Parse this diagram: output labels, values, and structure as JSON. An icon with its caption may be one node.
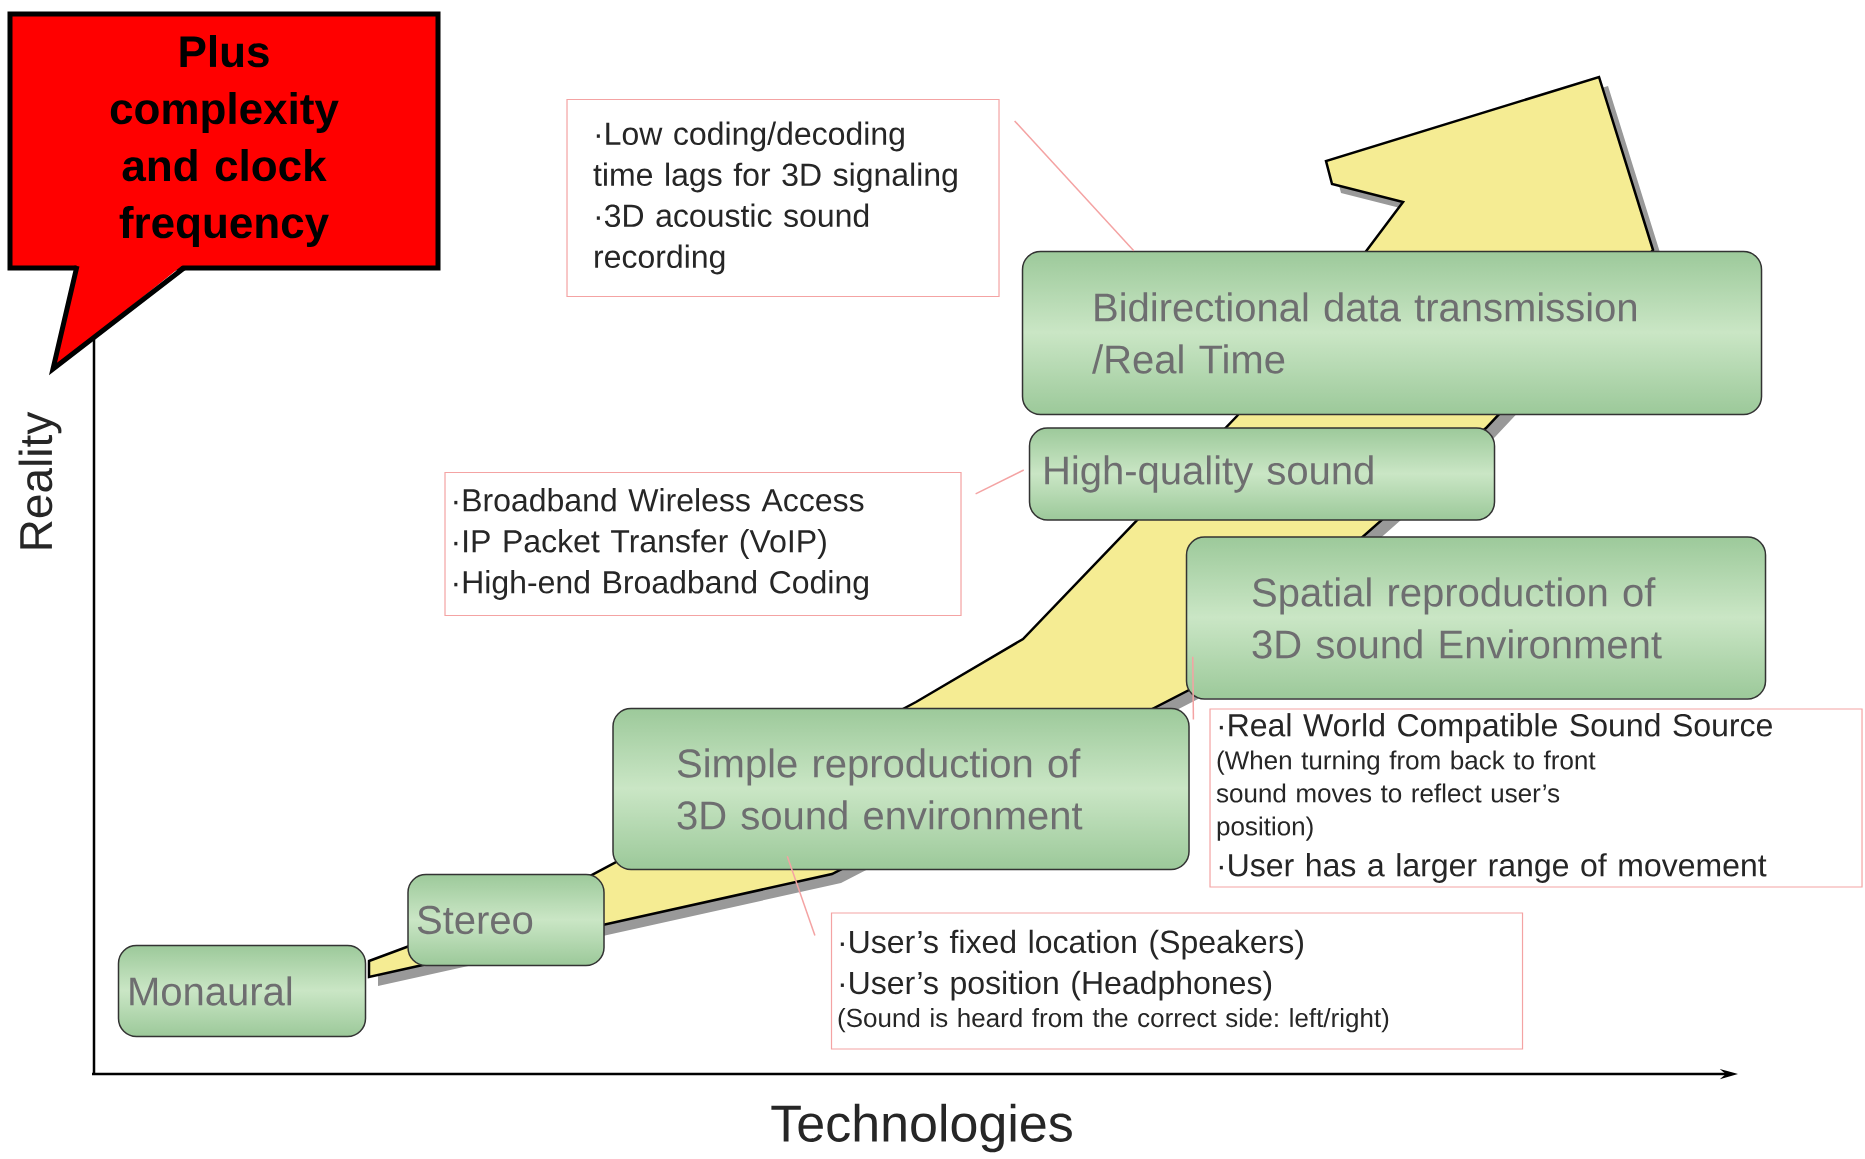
{
  "diagram": {
    "nodes": [
      {
        "text": [
          "Plus complexity and clock frequency"
        ]
      },
      {
        "text": [
          "Monaural"
        ]
      },
      {
        "text": [
          "Stereo"
        ]
      },
      {
        "text": [
          "Simple reproduction of 3D sound environment"
        ]
      },
      {
        "text": [
          "Spatial reproduction of 3D sound Environment"
        ]
      },
      {
        "text": [
          "High-quality sound"
        ]
      },
      {
        "text": [
          "Bidirectional data transmission /Real Time"
        ]
      },
      {
        "text": [
          "·Low coding/decoding time lags for 3D signaling",
          "·3D acoustic sound recording"
        ]
      },
      {
        "text": [
          "·Broadband Wireless Access",
          "·IP Packet Transfer (VoIP)",
          "·High-end Broadband Coding"
        ]
      },
      {
        "text": [
          "·Real World Compatible Sound Source",
          "(When turning from back to front sound moves to reflect user’s position)",
          "·User has a larger range of movement"
        ]
      },
      {
        "text": [
          "·User’s fixed location (Speakers)",
          "·User’s position (Headphones)",
          "(Sound is heard from the correct side: left/right)"
        ]
      }
    ],
    "edges": [
      {
        "from": 7,
        "to": 6,
        "arrow": "none"
      },
      {
        "from": 8,
        "to": 5,
        "arrow": "none"
      },
      {
        "from": 9,
        "to": 4,
        "arrow": "none"
      },
      {
        "from": 10,
        "to": 3,
        "arrow": "none"
      }
    ],
    "labels": [
      "Reality",
      "Technologies"
    ]
  }
}
